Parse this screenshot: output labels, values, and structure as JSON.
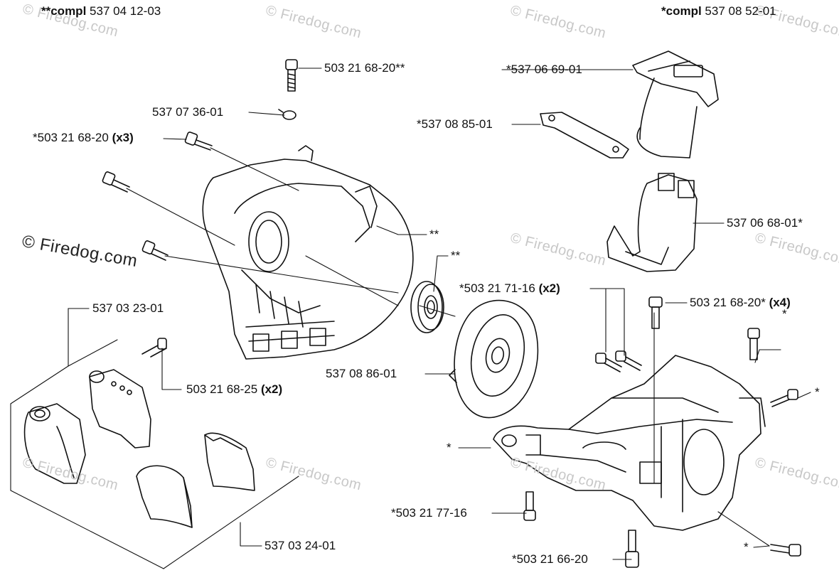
{
  "headers": {
    "left_prefix": "**compl",
    "left_number": "537 04 12-03",
    "right_prefix": "*compl",
    "right_number": "537 08 52-01"
  },
  "labels": {
    "screw_top_num": "503 21 68-20**",
    "clip": "537 07 36-01",
    "screw_x3_num": "*503 21 68-20",
    "screw_x3_qty": "(x3)",
    "cylinder_mark": "**",
    "bearing_mark": "**",
    "left_kit": "537 03 23-01",
    "screw_x2_num": "503 21 68-25",
    "screw_x2_qty": "(x2)",
    "half_shells": "537 03 24-01",
    "pulley": "537 08 86-01",
    "gasket_top": "*537 06 69-01",
    "gasket_plate": "*537 08 85-01",
    "guard": "537 06 68-01*",
    "screw_pair_num": "*503 21 71-16",
    "screw_pair_qty": "(x2)",
    "screw_x4_num": "503 21 68-20*",
    "screw_x4_qty": "(x4)",
    "star_right_top": "*",
    "star_right_mid": "*",
    "star_left_housing": "*",
    "star_bottom_right": "*",
    "screw_bottom_a": "*503 21 77-16",
    "screw_bottom_b": "*503 21 66-20"
  },
  "watermark": {
    "text": "© Firedog.com"
  }
}
